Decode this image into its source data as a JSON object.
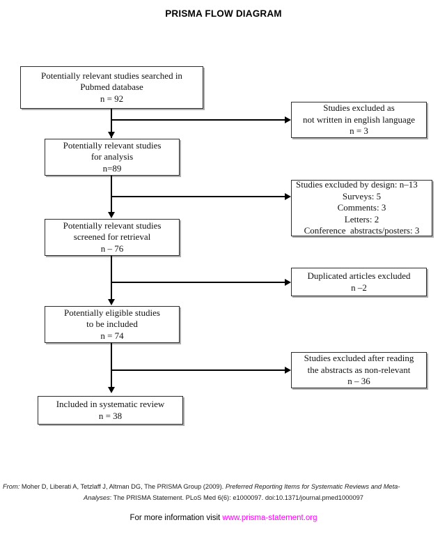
{
  "diagram": {
    "title": "PRISMA FLOW DIAGRAM",
    "type": "flowchart",
    "accent_color": "#ff00ff",
    "line_color": "#000000",
    "box_border_color": "#2b2b2b"
  },
  "main_boxes": [
    {
      "id": "identification",
      "lines": [
        "Potentially relevant studies searched in",
        "Pubmed database",
        "n = 92"
      ],
      "n": 92
    },
    {
      "id": "analysis",
      "lines": [
        "Potentially relevant studies",
        "for analysis",
        "n=89"
      ],
      "n": 89
    },
    {
      "id": "screening",
      "lines": [
        "Potentially relevant studies",
        "screened for retrieval",
        "n – 76"
      ],
      "n": 76
    },
    {
      "id": "eligibility",
      "lines": [
        "Potentially eligible studies",
        "to be included",
        "n = 74"
      ],
      "n": 74
    },
    {
      "id": "included",
      "lines": [
        "Included in systematic review",
        "n = 38"
      ],
      "n": 38
    }
  ],
  "exclusion_boxes": [
    {
      "id": "excluded-language",
      "lines": [
        "Studies excluded as",
        "not written in english language",
        "n = 3"
      ],
      "n": 3
    },
    {
      "id": "excluded-design",
      "lines": [
        "Studies excluded by design: n–13",
        "Surveys: 5",
        "Comments: 3",
        "Letters: 2",
        "Conference  abstracts/posters: 3"
      ],
      "n": 13,
      "breakdown": [
        {
          "label": "Surveys",
          "value": 5
        },
        {
          "label": "Comments",
          "value": 3
        },
        {
          "label": "Letters",
          "value": 2
        },
        {
          "label": "Conference abstracts/posters",
          "value": 3
        }
      ]
    },
    {
      "id": "excluded-duplicates",
      "lines": [
        "Duplicated articles excluded",
        "n –2"
      ],
      "n": 2
    },
    {
      "id": "excluded-abstracts",
      "lines": [
        "Studies excluded after reading",
        "the abstracts as non-relevant",
        "n – 36"
      ],
      "n": 36
    }
  ],
  "footer": {
    "citation_line1_prefix": "From:",
    "citation_line1_authors": "  Moher D, Liberati A, Tetzlaff J, Altman DG, The PRISMA Group (2009). ",
    "citation_line1_title": "Preferred Reporting Items for Systematic Reviews and Meta-",
    "citation_line2_title": "Analyses",
    "citation_line2_rest": ": The PRISMA Statement. PLoS Med 6(6): e1000097. doi:10.1371/journal.pmed1000097",
    "more_info_label": "For more information visit ",
    "more_info_url": "www.prisma-statement.org"
  }
}
